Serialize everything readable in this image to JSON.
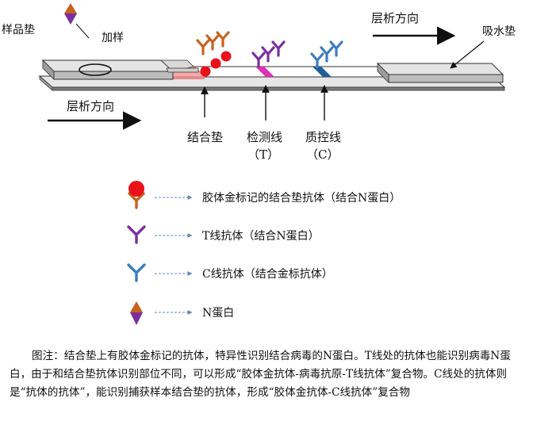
{
  "diagram": {
    "sample_pad_label": "样品垫",
    "add_sample_label": "加样",
    "flow_direction_top": "层析方向",
    "absorbent_pad_label": "吸水垫",
    "flow_direction_bottom": "层析方向",
    "conjugate_pad_label": "结合垫",
    "test_line_label": "检测线",
    "test_line_abbr": "（T）",
    "control_line_label": "质控线",
    "control_line_abbr": "（C）",
    "colors": {
      "gold_particle": "#e8121b",
      "conjugate_antibody": "#c8621c",
      "t_line_antibody": "#7a2fa0",
      "c_line_antibody": "#3d7cc2",
      "n_protein_top": "#c8621c",
      "n_protein_bottom": "#7a2fa0",
      "conjugate_pad": "#f5a9a9",
      "t_line_band": "#e02fb8",
      "c_line_band": "#1e5f9a"
    }
  },
  "legend": {
    "items": [
      {
        "icon": "gold-labeled-antibody-icon",
        "text": "胶体金标记的结合垫抗体（结合N蛋白）"
      },
      {
        "icon": "t-line-antibody-icon",
        "text": "T线抗体（结合N蛋白）"
      },
      {
        "icon": "c-line-antibody-icon",
        "text": "C线抗体（结合金标抗体）"
      },
      {
        "icon": "n-protein-icon",
        "text": "N蛋白"
      }
    ]
  },
  "caption": {
    "prefix": "图注：",
    "body": "结合垫上有胶体金标记的抗体，特异性识别结合病毒的N蛋白。T线处的抗体也能识别病毒N蛋白，由于和结合垫抗体识别部位不同，可以形成“胶体金抗体-病毒抗原-T线抗体”复合物。C线处的抗体则是“抗体的抗体”，能识别捕获样本结合垫的抗体，形成“胶体金抗体-C线抗体”复合物"
  }
}
